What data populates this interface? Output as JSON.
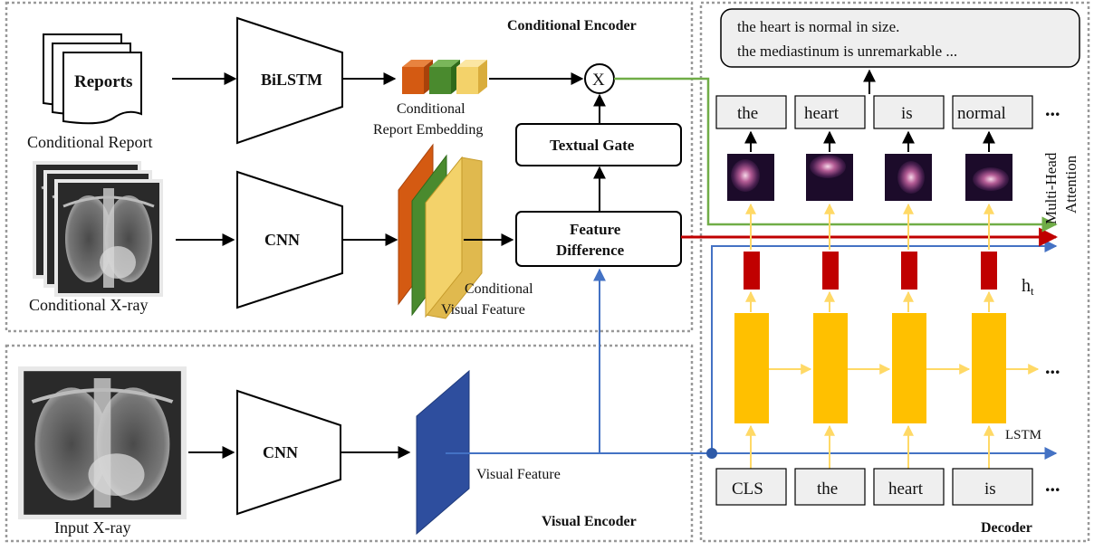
{
  "sections": {
    "conditional_encoder": "Conditional Encoder",
    "visual_encoder": "Visual Encoder",
    "decoder": "Decoder"
  },
  "conditional_encoder": {
    "reports_doc_label": "Reports",
    "conditional_report_label": "Conditional Report",
    "bilstm_label": "BiLSTM",
    "report_embedding_label_line1": "Conditional",
    "report_embedding_label_line2": "Report Embedding",
    "multiply_symbol": "X",
    "textual_gate_label": "Textual Gate",
    "cnn_label": "CNN",
    "conditional_xray_label": "Conditional X-ray",
    "feature_difference_line1": "Feature",
    "feature_difference_line2": "Difference",
    "conditional_visual_feature_line1": "Conditional",
    "conditional_visual_feature_line2": "Visual Feature"
  },
  "visual_encoder": {
    "input_xray_label": "Input X-ray",
    "cnn_label": "CNN",
    "visual_feature_label": "Visual Feature"
  },
  "decoder": {
    "output_text_line1": "the heart is normal in size.",
    "output_text_line2": "the mediastinum is unremarkable ...",
    "output_tokens": [
      "the",
      "heart",
      "is",
      "normal"
    ],
    "input_tokens": [
      "CLS",
      "the",
      "heart",
      "is"
    ],
    "ellipsis": "...",
    "attention_label_line1": "Multi-Head",
    "attention_label_line2": "Attention",
    "hidden_state_label": "h",
    "hidden_state_subscript": "t",
    "lstm_label": "LSTM"
  },
  "colors": {
    "embedding_orange": "#d45a12",
    "embedding_green": "#4a8a2e",
    "embedding_yellow": "#f3d26a",
    "visual_feature_blue": "#2e4e9e",
    "lstm_yellow": "#ffc000",
    "hidden_red": "#c00000",
    "arrow_green": "#70ad47",
    "arrow_red": "#c00000",
    "arrow_blue": "#4472c4",
    "arrow_yellow": "#ffd966"
  }
}
